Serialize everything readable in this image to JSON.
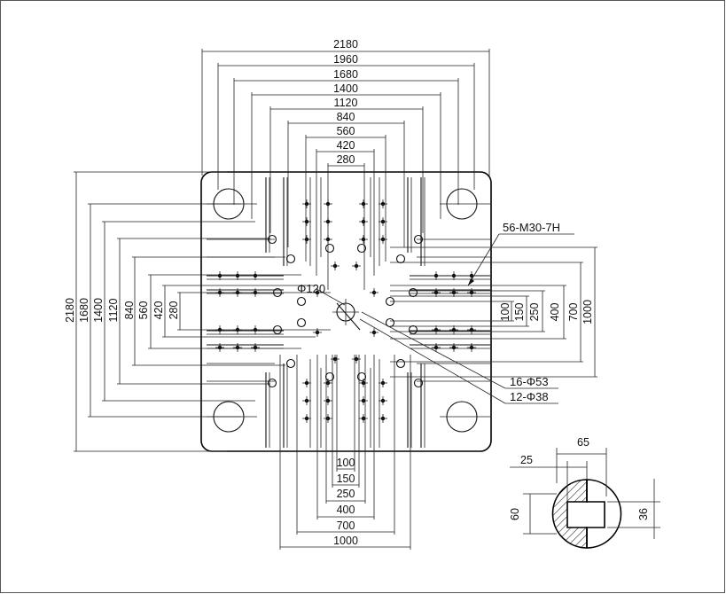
{
  "drawing": {
    "top_dimensions": [
      "2180",
      "1960",
      "1680",
      "1400",
      "1120",
      "840",
      "560",
      "420",
      "280"
    ],
    "left_dimensions": [
      "2180",
      "1680",
      "1400",
      "1120",
      "840",
      "560",
      "420",
      "280"
    ],
    "right_dimensions": [
      "100",
      "150",
      "250",
      "400",
      "700",
      "1000"
    ],
    "bottom_dimensions": [
      "100",
      "150",
      "250",
      "400",
      "700",
      "1000"
    ],
    "center_hole_label": "Φ120",
    "callouts": {
      "threaded_holes": "56-M30-7H",
      "holes_53": "16-Φ53",
      "holes_38": "12-Φ38"
    },
    "detail": {
      "dim_65": "65",
      "dim_25": "25",
      "dim_60": "60",
      "dim_36": "36"
    }
  }
}
